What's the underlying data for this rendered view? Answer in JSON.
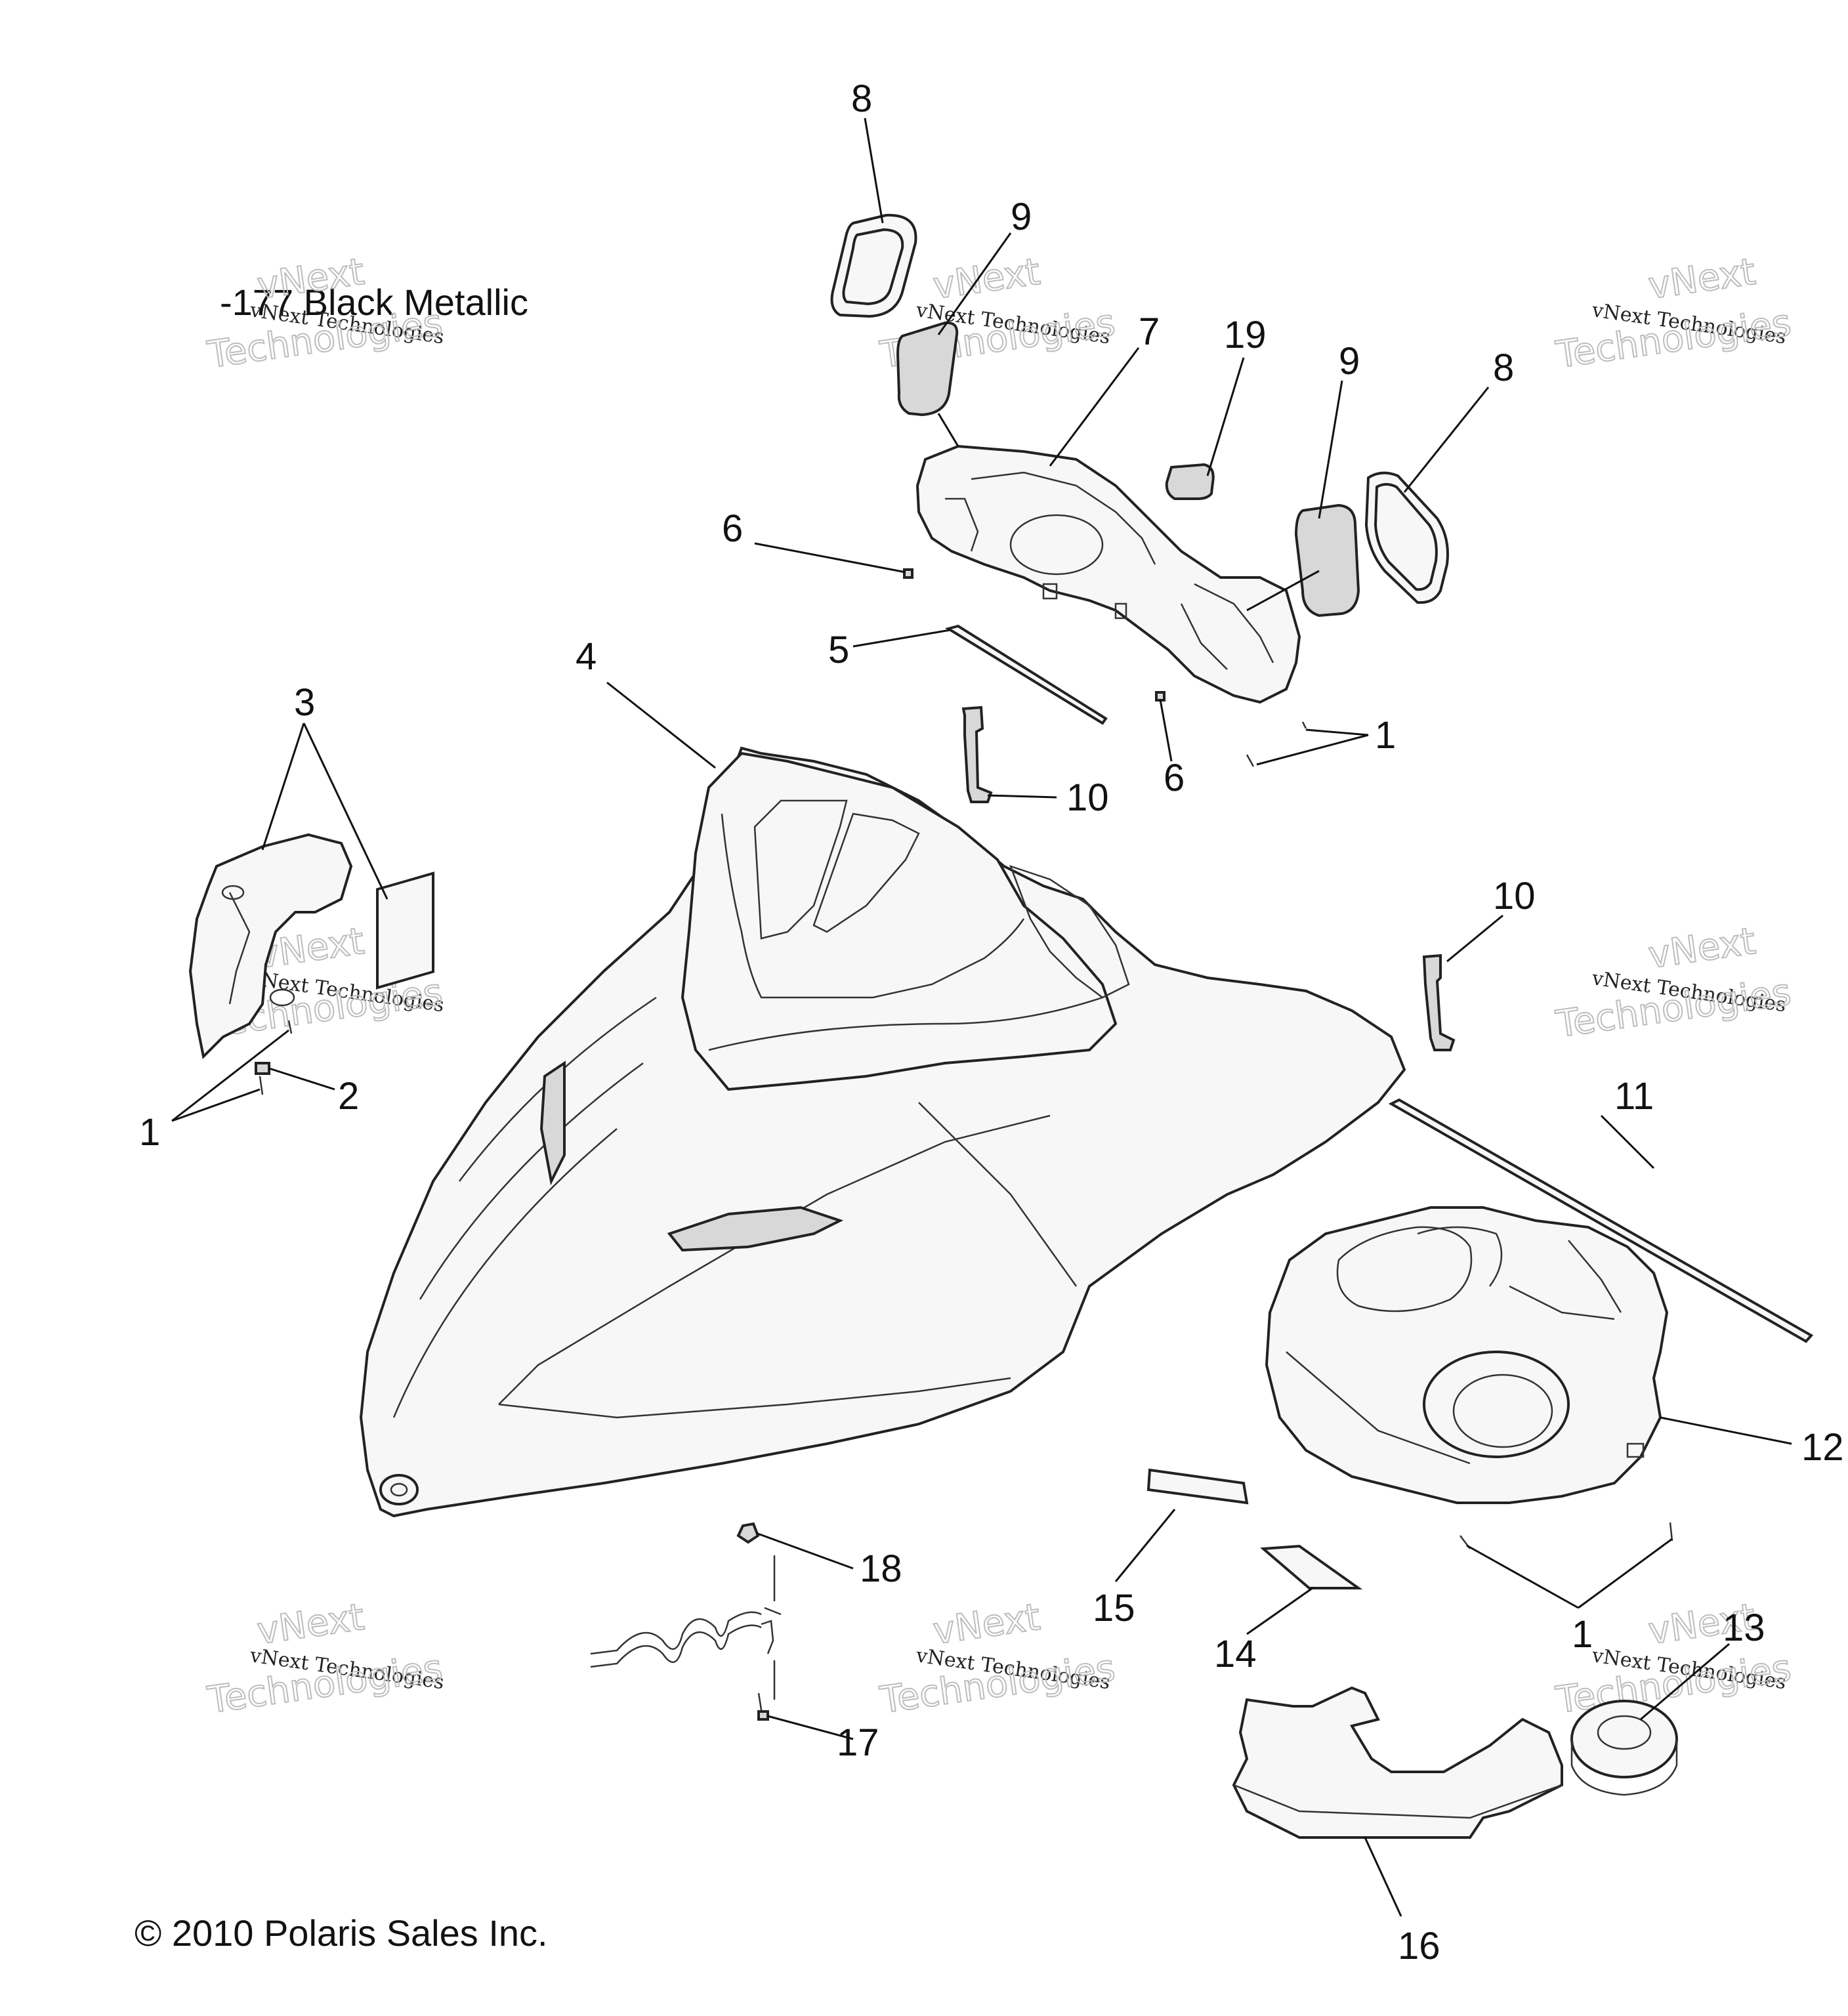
{
  "color_note": "-177 Black Metallic",
  "copyright": "© 2010 Polaris Sales Inc.",
  "watermark": {
    "line1": "vNext Technologies",
    "line2": "vNext",
    "line3": "Technologies"
  },
  "callouts": {
    "c1a": "1",
    "c1b": "1",
    "c1c": "1",
    "c2": "2",
    "c3": "3",
    "c4": "4",
    "c5": "5",
    "c6a": "6",
    "c6b": "6",
    "c7": "7",
    "c8a": "8",
    "c8b": "8",
    "c9a": "9",
    "c9b": "9",
    "c10a": "10",
    "c10b": "10",
    "c11": "11",
    "c12": "12",
    "c13": "13",
    "c14": "14",
    "c15": "15",
    "c16": "16",
    "c17": "17",
    "c18": "18",
    "c19": "19"
  }
}
